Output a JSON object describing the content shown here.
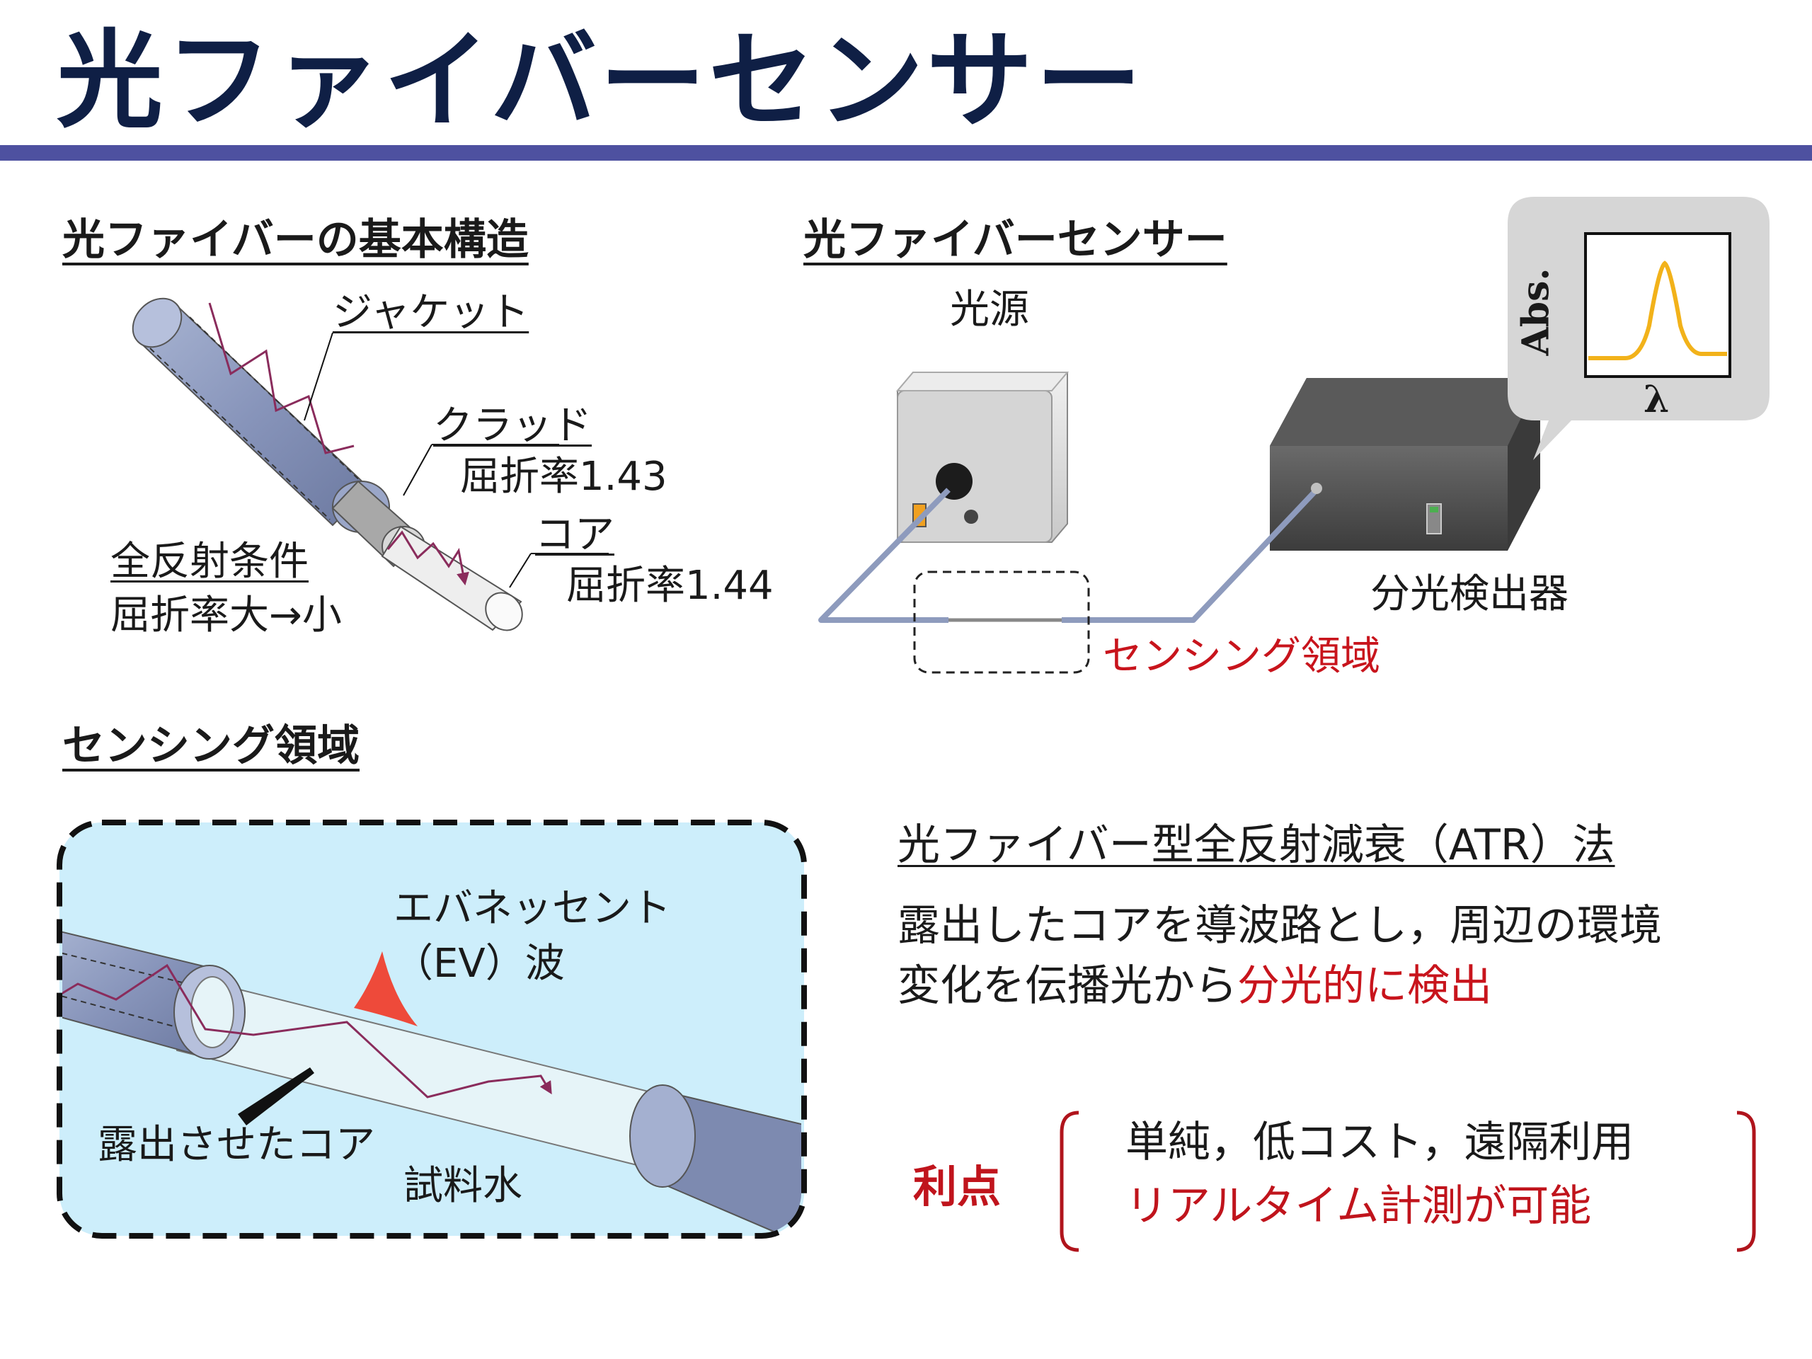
{
  "title": "光ファイバーセンサー",
  "colors": {
    "title_text": "#0f1f45",
    "title_bar": "#4e51a0",
    "accent_red": "#c8141c",
    "fiber_blue": "#8e9bbd",
    "light_path": "#8a2c5c",
    "sensing_bg": "#cdeefb",
    "spectrum_line": "#f2b21a"
  },
  "structure": {
    "heading": "光ファイバーの基本構造",
    "jacket": "ジャケット",
    "clad": {
      "name": "クラッド",
      "index": "屈折率1.43"
    },
    "core": {
      "name": "コア",
      "index": "屈折率1.44"
    },
    "condition": {
      "name": "全反射条件",
      "detail": "屈折率大→小"
    }
  },
  "sensor": {
    "heading": "光ファイバーセンサー",
    "light_source": "光源",
    "detector": "分光検出器",
    "sensing_label": "センシング領域",
    "spectrum": {
      "y_label": "Abs.",
      "x_label": "λ"
    }
  },
  "sensing": {
    "heading": "センシング領域",
    "ev_line1": "エバネッセント",
    "ev_line2": "（EV）波",
    "exposed_core": "露出させたコア",
    "sample": "試料水"
  },
  "method": {
    "heading": "光ファイバー型全反射減衰（ATR）法",
    "line1": "露出したコアを導波路とし，周辺の環境",
    "line2_black": "変化を伝播光から",
    "line2_red": "分光的に検出"
  },
  "advantages": {
    "label": "利点",
    "line1": "単純，低コスト，遠隔利用",
    "line2": "リアルタイム計測が可能"
  }
}
